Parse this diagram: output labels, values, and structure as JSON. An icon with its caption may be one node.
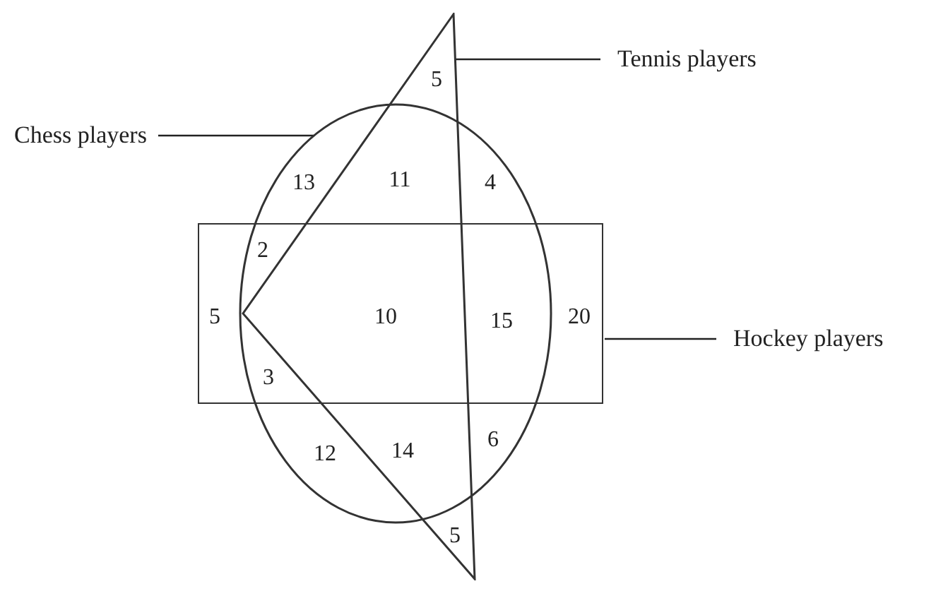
{
  "diagram": {
    "nodes": [
      {
        "text": [
          "Tennis players"
        ]
      },
      {
        "text": [
          "Chess players"
        ]
      },
      {
        "text": [
          "Hockey players"
        ]
      },
      {
        "text": [],
        "shape": "triangle"
      },
      {
        "text": [],
        "shape": "circle"
      },
      {
        "text": [],
        "shape": "box"
      }
    ],
    "edges": [
      {
        "from": 0,
        "to": 3,
        "arrow": "none"
      },
      {
        "from": 1,
        "to": 4,
        "arrow": "none"
      },
      {
        "from": 2,
        "to": 5,
        "arrow": "none"
      }
    ],
    "labels": [
      "5",
      "13",
      "11",
      "4",
      "2",
      "5",
      "10",
      "15",
      "20",
      "3",
      "12",
      "14",
      "6",
      "5"
    ]
  }
}
